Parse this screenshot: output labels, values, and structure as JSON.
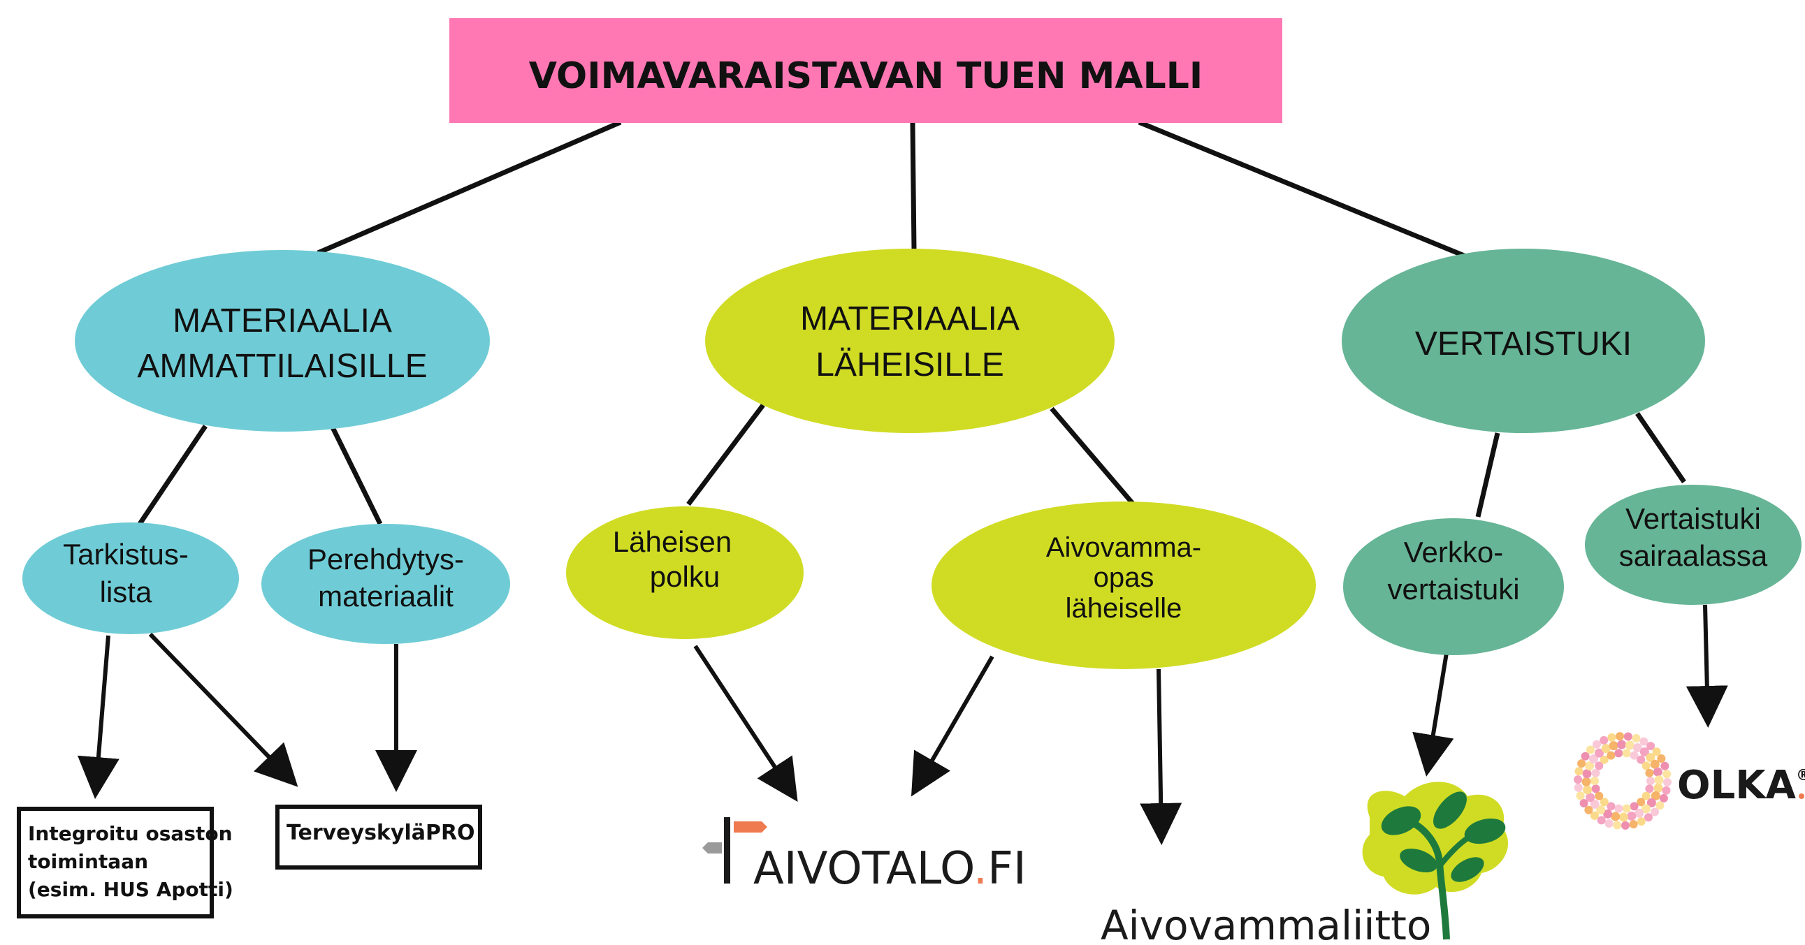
{
  "title": "VOIMAVARAISTAVAN TUEN MALLI",
  "colors": {
    "title_bg": "#FF78B4",
    "blue": "#6FCCD6",
    "lime": "#D0DC24",
    "teal": "#66B596",
    "line": "#111111",
    "aivotalo_orange": "#F07A50",
    "leaf_green": "#1E7A3C"
  },
  "categories": {
    "professionals": {
      "line1": "MATERIAALIA",
      "line2": "AMMATTILAISILLE"
    },
    "relatives": {
      "line1": "MATERIAALIA",
      "line2": "LÄHEISILLE"
    },
    "peer": {
      "line1": "VERTAISTUKI"
    }
  },
  "subnodes": {
    "tarkistus": {
      "line1": "Tarkistus-",
      "line2": "lista"
    },
    "perehdytys": {
      "line1": "Perehdytys-",
      "line2": "materiaalit"
    },
    "laheisen": {
      "line1": "Läheisen",
      "line2": "polku"
    },
    "aivovamma_opas": {
      "line1": "Aivovamma-",
      "line2": "opas",
      "line3": "läheiselle"
    },
    "verkko": {
      "line1": "Verkko-",
      "line2": "vertaistuki"
    },
    "sairaala": {
      "line1": "Vertaistuki",
      "line2": "sairaalassa"
    }
  },
  "outputs": {
    "integroitu": {
      "line1": "Integroitu osaston",
      "line2": "toimintaan",
      "line3": "(esim. HUS Apotti)"
    },
    "terveyskyla": {
      "label": "TerveyskyläPRO"
    }
  },
  "logos": {
    "aivotalo": {
      "main": "AIVOTALO",
      "dot": ".",
      "suffix": "FI",
      "icon": "signpost-icon"
    },
    "aivovammaliitto": {
      "label": "Aivovammaliitto",
      "icon": "brain-tree-icon"
    },
    "olka": {
      "label": "OLKA",
      "registered": "®",
      "icon": "dot-ring-icon"
    }
  }
}
